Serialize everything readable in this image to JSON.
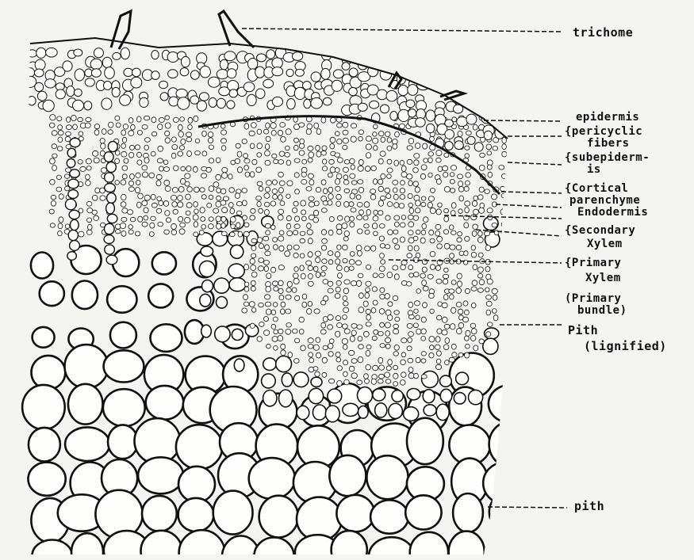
{
  "diagram": {
    "labels": {
      "trichome": "trichome",
      "epidermis": "epidermis",
      "pericyclic_1": "{pericyclic",
      "pericyclic_2": "fibers",
      "subepidermis_1": "{subepiderm-",
      "subepidermis_2": "is",
      "cortical_1": "{Cortical",
      "cortical_2": "parenchyme",
      "endodermis": "Endodermis",
      "secondary_1": "{Secondary",
      "secondary_2": "Xylem",
      "primary_1": "{Primary",
      "primary_2": "Xylem",
      "bundle_1": "(Primary",
      "bundle_2": "bundle)",
      "pith_upper_1": "Pith",
      "pith_upper_2": "(lignified)",
      "pith_lower": "pith"
    },
    "colors": {
      "ink": "#111111",
      "paper": "#f4f4f1"
    }
  }
}
